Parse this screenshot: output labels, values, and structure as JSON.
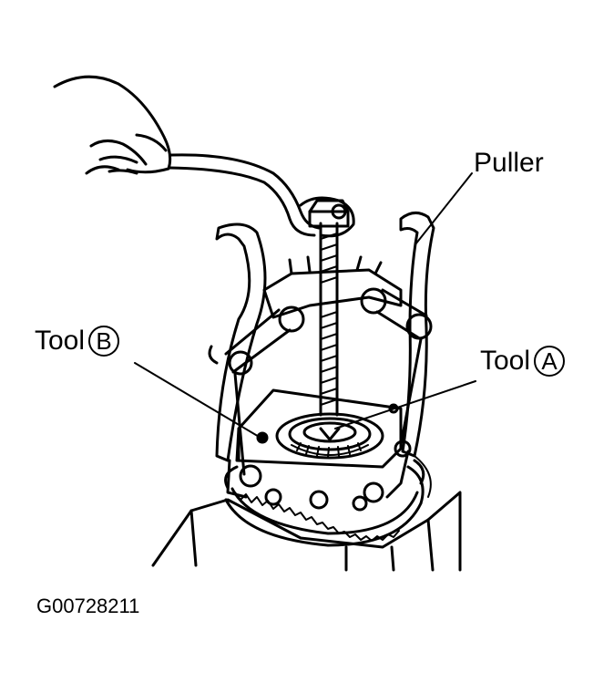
{
  "labels": {
    "puller": "Puller",
    "tool_b_word": "Tool",
    "tool_b_letter": "B",
    "tool_a_word": "Tool",
    "tool_a_letter": "A"
  },
  "figure_code": "G00728211"
}
